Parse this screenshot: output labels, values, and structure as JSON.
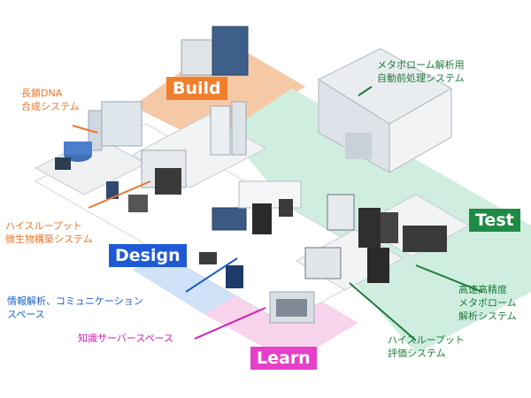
{
  "colors": {
    "build": "#ef7f2d",
    "design": "#1e5ad6",
    "test": "#1f8a45",
    "learn": "#e640c8",
    "zone_build": "#f6c9a6",
    "zone_design": "#cfe2f7",
    "zone_test": "#cfeee0",
    "zone_learn": "#f8d3ec",
    "line_orange": "#e8772e",
    "line_green": "#1f7a3d",
    "line_blue": "#1b5fc9",
    "line_magenta": "#d11fb8"
  },
  "tags": {
    "build": "Build",
    "design": "Design",
    "test": "Test",
    "learn": "Learn"
  },
  "labels": {
    "long_dna": [
      "長鎖DNA",
      "合成システム"
    ],
    "high_throughput_build": [
      "ハイスループット",
      "微生物構築システム"
    ],
    "info_analysis": [
      "情報解析、コミュニケーション",
      "スペース"
    ],
    "knowledge_server": [
      "知識サーバースペース"
    ],
    "metabolome_auto": [
      "メタボローム解析用",
      "自動前処理システム"
    ],
    "fast_metabolome": [
      "高速高精度",
      "メタボローム",
      "解析システム"
    ],
    "high_throughput_eval": [
      "ハイスループット",
      "評価システム"
    ]
  },
  "icons": {
    "instrument": "lab-instrument-icon",
    "workstation": "workstation-icon",
    "person": "person-icon"
  }
}
